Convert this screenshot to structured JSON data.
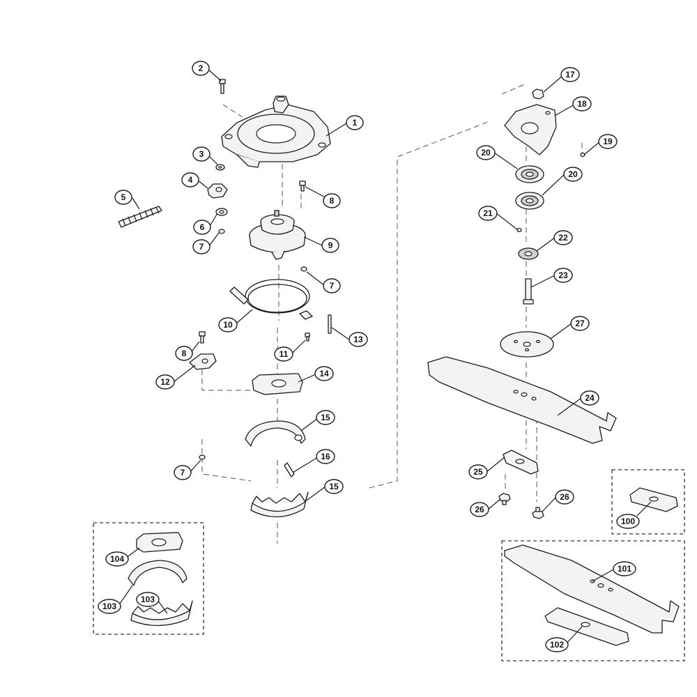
{
  "diagram": {
    "type": "exploded-parts-diagram",
    "callouts": [
      {
        "id": "c1",
        "label": "1"
      },
      {
        "id": "c2",
        "label": "2"
      },
      {
        "id": "c3",
        "label": "3"
      },
      {
        "id": "c4",
        "label": "4"
      },
      {
        "id": "c5",
        "label": "5"
      },
      {
        "id": "c6",
        "label": "6"
      },
      {
        "id": "c7a",
        "label": "7"
      },
      {
        "id": "c7b",
        "label": "7"
      },
      {
        "id": "c7c",
        "label": "7"
      },
      {
        "id": "c8a",
        "label": "8"
      },
      {
        "id": "c8b",
        "label": "8"
      },
      {
        "id": "c9",
        "label": "9"
      },
      {
        "id": "c10",
        "label": "10"
      },
      {
        "id": "c11",
        "label": "11"
      },
      {
        "id": "c12",
        "label": "12"
      },
      {
        "id": "c13",
        "label": "13"
      },
      {
        "id": "c14",
        "label": "14"
      },
      {
        "id": "c15a",
        "label": "15"
      },
      {
        "id": "c15b",
        "label": "15"
      },
      {
        "id": "c16",
        "label": "16"
      },
      {
        "id": "c17",
        "label": "17"
      },
      {
        "id": "c18",
        "label": "18"
      },
      {
        "id": "c19",
        "label": "19"
      },
      {
        "id": "c20a",
        "label": "20"
      },
      {
        "id": "c20b",
        "label": "20"
      },
      {
        "id": "c21",
        "label": "21"
      },
      {
        "id": "c22",
        "label": "22"
      },
      {
        "id": "c23",
        "label": "23"
      },
      {
        "id": "c24",
        "label": "24"
      },
      {
        "id": "c25",
        "label": "25"
      },
      {
        "id": "c26a",
        "label": "26"
      },
      {
        "id": "c26b",
        "label": "26"
      },
      {
        "id": "c27",
        "label": "27"
      },
      {
        "id": "c100",
        "label": "100"
      },
      {
        "id": "c101",
        "label": "101"
      },
      {
        "id": "c102",
        "label": "102"
      },
      {
        "id": "c103a",
        "label": "103"
      },
      {
        "id": "c103b",
        "label": "103"
      },
      {
        "id": "c104",
        "label": "104"
      }
    ]
  }
}
